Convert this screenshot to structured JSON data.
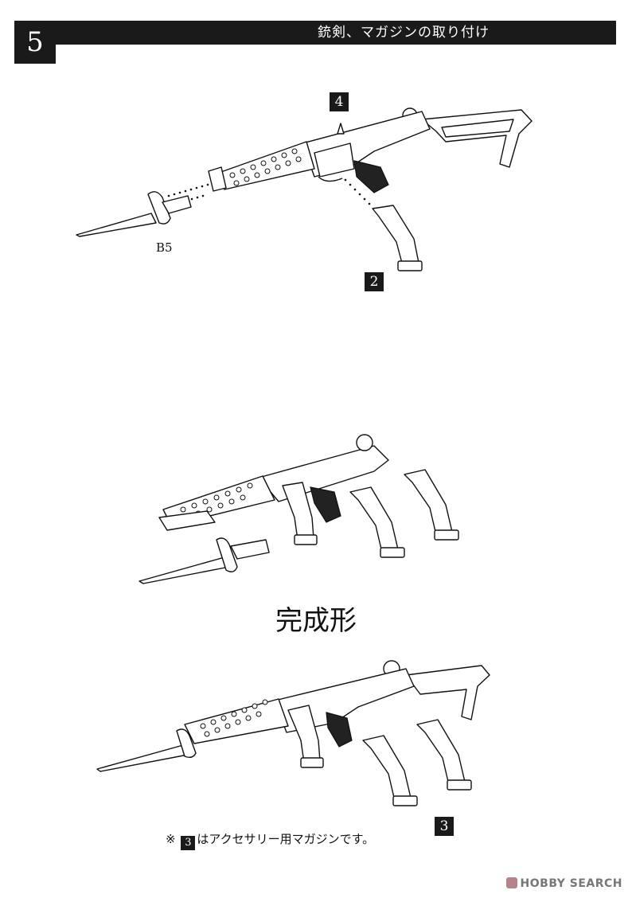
{
  "header": {
    "step_number": "5",
    "title": "銃剣、マガジンの取り付け"
  },
  "parts": {
    "receiver": "4",
    "magazine": "2",
    "accessory_magazine": "3",
    "bayonet": "B5"
  },
  "final_label": "完成形",
  "note": {
    "mark": "※",
    "box": "3",
    "text": "はアクセサリー用マガジンです。"
  },
  "watermark": "HOBBY SEARCH",
  "icons": [
    "smg-illustration",
    "bayonet-illustration",
    "magazine-illustration",
    "hobby-search-logo-icon"
  ]
}
